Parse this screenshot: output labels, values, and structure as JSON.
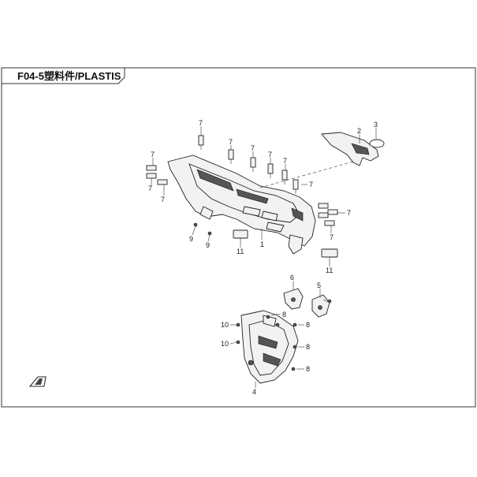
{
  "header": {
    "title": "F04-5塑料件/PLASTIS"
  },
  "parts": {
    "p1": "1",
    "p2": "2",
    "p3": "3",
    "p4": "4",
    "p5": "5",
    "p6": "6",
    "p7": "7",
    "p8": "8",
    "p9": "9",
    "p10": "10",
    "p11": "11"
  },
  "icons": {
    "logo": "brand-logo-icon"
  }
}
